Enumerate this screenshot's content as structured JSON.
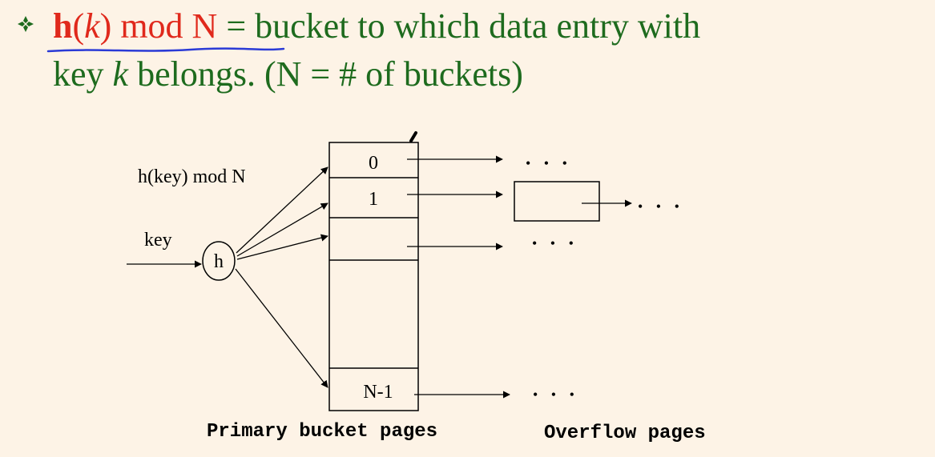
{
  "heading": {
    "term_fn": "h",
    "term_open": "(",
    "term_var": "k",
    "term_close": ")",
    "term_rest": " mod N",
    "line1_rest": " = bucket to which data entry with",
    "line2_key": "key ",
    "line2_var": "k",
    "line2_rest": " belongs. (N = # of buckets)"
  },
  "diagram": {
    "hash_label": "h(key) mod N",
    "key_label": "key",
    "hash_node": "h",
    "buckets": [
      "0",
      "1",
      "",
      "",
      "N-1"
    ],
    "overflow_ellipsis": "• • •",
    "caption_primary": "Primary bucket pages",
    "caption_overflow": "Overflow pages"
  },
  "colors": {
    "heading_text": "#1e6b1e",
    "highlight": "#e0291c",
    "underline": "#2a3ad6",
    "background": "#fdf3e6"
  },
  "icons": {
    "bullet": "diamond-flower-icon"
  }
}
